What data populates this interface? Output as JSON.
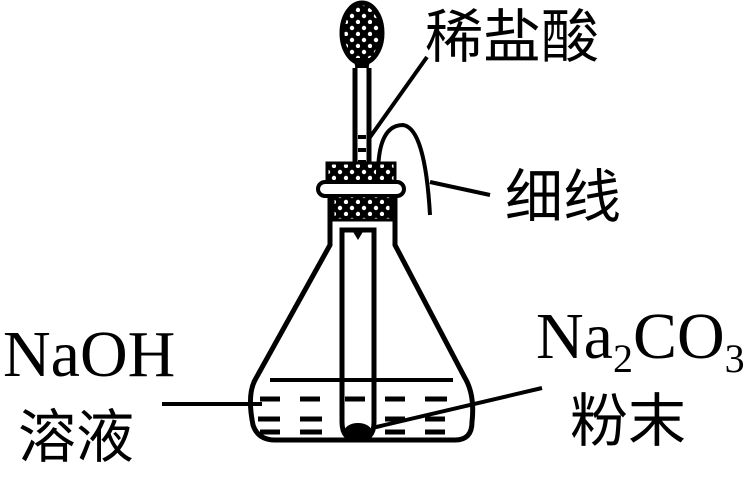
{
  "labels": {
    "dilute_hcl": "稀盐酸",
    "string": "细线",
    "naoh_line1": "NaOH",
    "naoh_line2": "溶液",
    "na2co3_na": "Na",
    "na2co3_sub2": "2",
    "na2co3_co": "CO",
    "na2co3_sub3": "3",
    "na2co3_line2": "粉末"
  },
  "colors": {
    "ink": "#000000",
    "background": "#ffffff"
  }
}
